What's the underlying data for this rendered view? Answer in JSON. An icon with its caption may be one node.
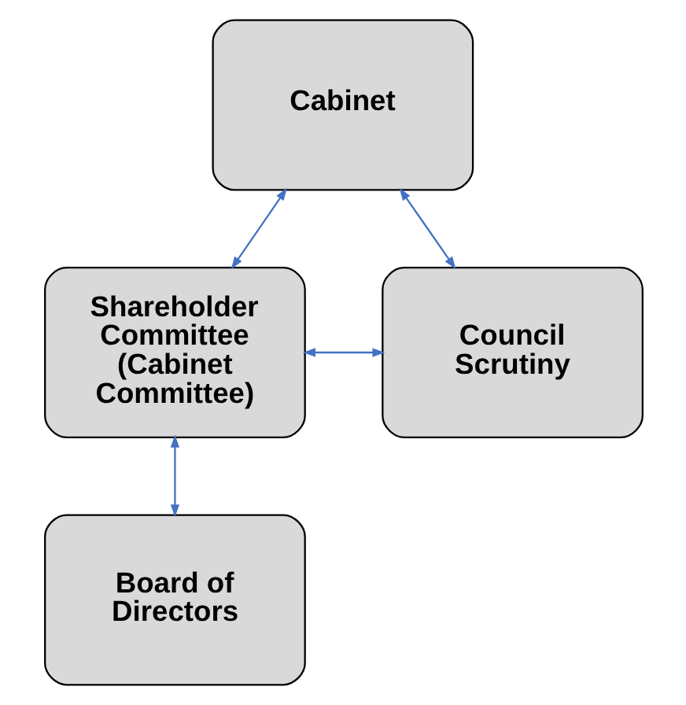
{
  "diagram": {
    "nodes": [
      {
        "text": [
          "Cabinet"
        ]
      },
      {
        "text": [
          "Shareholder Committee (Cabinet Committee)"
        ]
      },
      {
        "text": [
          "Council Scrutiny"
        ]
      },
      {
        "text": [
          "Board of Directors"
        ]
      }
    ],
    "edges": [
      {
        "from": 0,
        "to": 2,
        "arrow": "both"
      },
      {
        "from": 0,
        "to": 1,
        "arrow": "both"
      },
      {
        "from": 1,
        "to": 2,
        "arrow": "both"
      },
      {
        "from": 1,
        "to": 3,
        "arrow": "both"
      }
    ]
  }
}
